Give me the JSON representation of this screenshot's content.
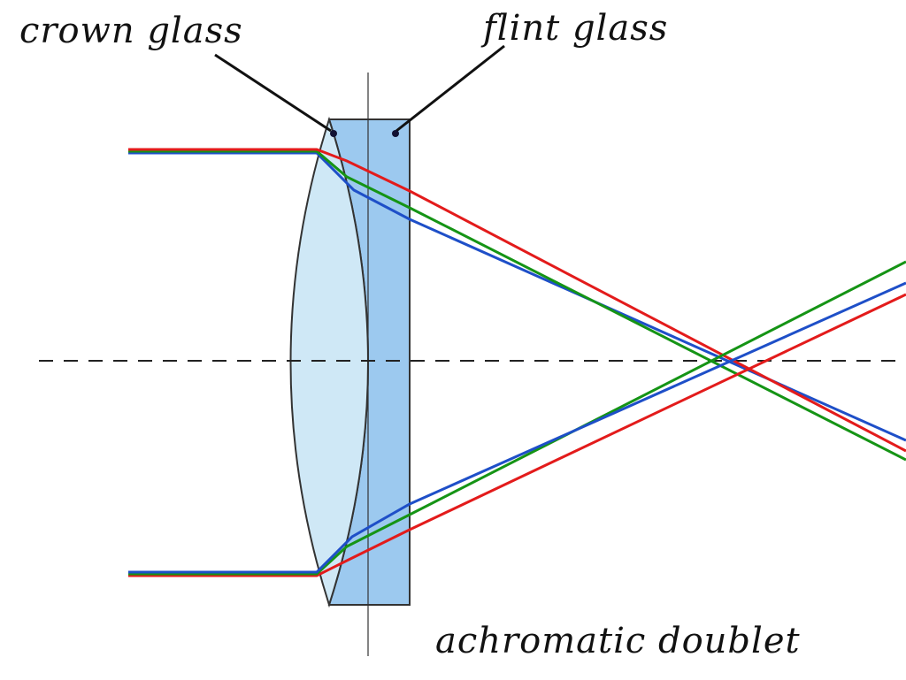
{
  "labels": {
    "crown": "crown glass",
    "flint": "flint glass",
    "doublet": "achromatic doublet"
  },
  "colors": {
    "background": "#ffffff",
    "crown_fill": "#cfe8f6",
    "flint_fill": "#9cc9ef",
    "outline": "#333333",
    "axis": "#222222",
    "ray_red": "#e31b1b",
    "ray_green": "#159415",
    "ray_blue": "#1e4fc8"
  },
  "rays": [
    "red",
    "green",
    "blue"
  ]
}
